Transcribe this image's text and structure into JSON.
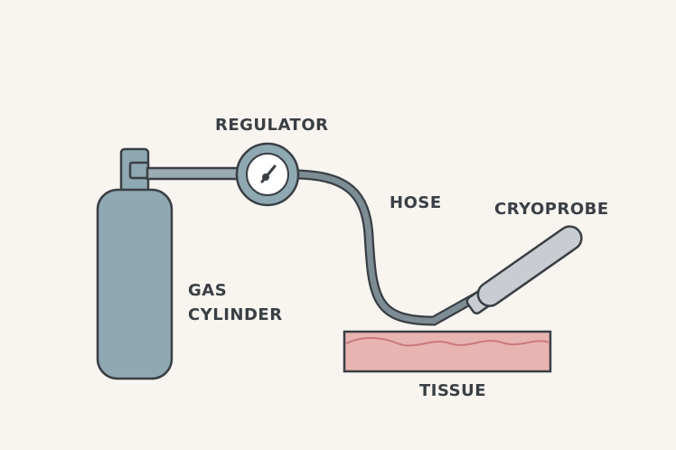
{
  "labels": {
    "regulator": "REGULATOR",
    "hose": "HOSE",
    "cryoprobe": "CRYOPROBE",
    "gas_cylinder_line1": "GAS",
    "gas_cylinder_line2": "CYLINDER",
    "tissue": "TISSUE"
  },
  "colors": {
    "background": "#f8f5f0",
    "cylinder": "#8fa9b2",
    "outline": "#3a3f44",
    "hose": "#7e8c94",
    "probe": "#c9cdd1",
    "tissue": "#e8b4b1",
    "tissue_wave": "#c9797a"
  }
}
